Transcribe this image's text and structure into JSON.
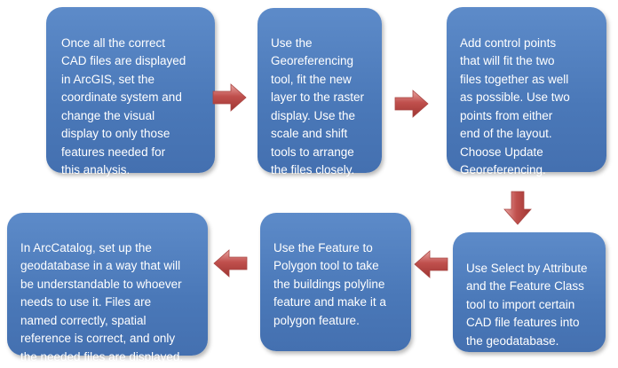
{
  "steps": [
    {
      "id": 1,
      "text": "Once all the correct\nCAD files are displayed\nin ArcGIS, set the\ncoordinate system and\nchange the visual\ndisplay to only those\nfeatures needed for\nthis analysis."
    },
    {
      "id": 2,
      "text": "Use the\nGeoreferencing\ntool, fit the new\nlayer to the raster\ndisplay. Use the\nscale and shift\ntools to arrange\nthe files closely."
    },
    {
      "id": 3,
      "text": "Add control points\nthat will fit the two\nfiles together as well\nas possible. Use two\npoints from either\nend of the layout.\nChoose Update\nGeoreferencing."
    },
    {
      "id": 4,
      "text": "Use Select by Attribute\nand the Feature Class\ntool to import certain\nCAD file features into\nthe geodatabase."
    },
    {
      "id": 5,
      "text": "Use the Feature to\nPolygon tool to take\nthe buildings polyline\nfeature and make it a\npolygon feature."
    },
    {
      "id": 6,
      "text": "In ArcCatalog, set up the\ngeodatabase in a way that will\nbe understandable to whoever\nneeds to use it. Files are\nnamed correctly, spatial\nreference is correct, and only\nthe needed files are displayed."
    }
  ],
  "connectors": [
    {
      "from": 1,
      "to": 2,
      "direction": "right"
    },
    {
      "from": 2,
      "to": 3,
      "direction": "right"
    },
    {
      "from": 3,
      "to": 4,
      "direction": "down"
    },
    {
      "from": 4,
      "to": 5,
      "direction": "left"
    },
    {
      "from": 5,
      "to": 6,
      "direction": "left"
    }
  ],
  "colors": {
    "box_fill": "#4a78b8",
    "box_text": "#ffffff",
    "arrow_fill": "#c0504d",
    "arrow_light": "#e8a3a0",
    "background": "#ffffff"
  }
}
